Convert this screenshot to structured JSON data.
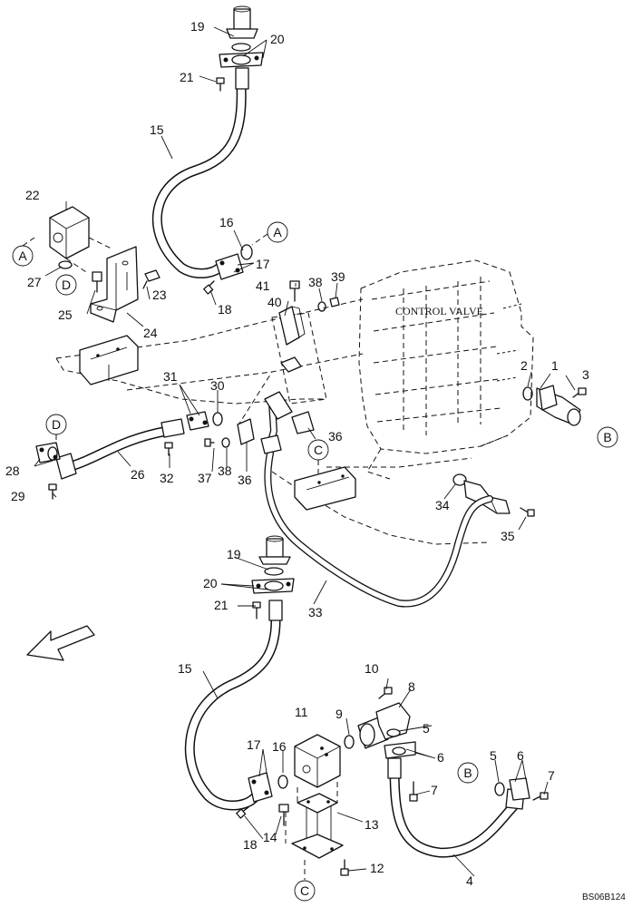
{
  "diagram": {
    "section_label": "CONTROL VALVE",
    "drawing_code": "BS06B124",
    "callouts": [
      "A",
      "A",
      "B",
      "B",
      "C",
      "C",
      "D",
      "D"
    ],
    "part_numbers": [
      "1",
      "2",
      "3",
      "4",
      "5",
      "6",
      "7",
      "8",
      "9",
      "10",
      "11",
      "12",
      "13",
      "14",
      "15",
      "16",
      "17",
      "18",
      "19",
      "20",
      "21",
      "22",
      "23",
      "24",
      "25",
      "26",
      "27",
      "28",
      "29",
      "30",
      "31",
      "32",
      "33",
      "34",
      "35",
      "36",
      "37",
      "38",
      "39",
      "40",
      "41"
    ]
  }
}
